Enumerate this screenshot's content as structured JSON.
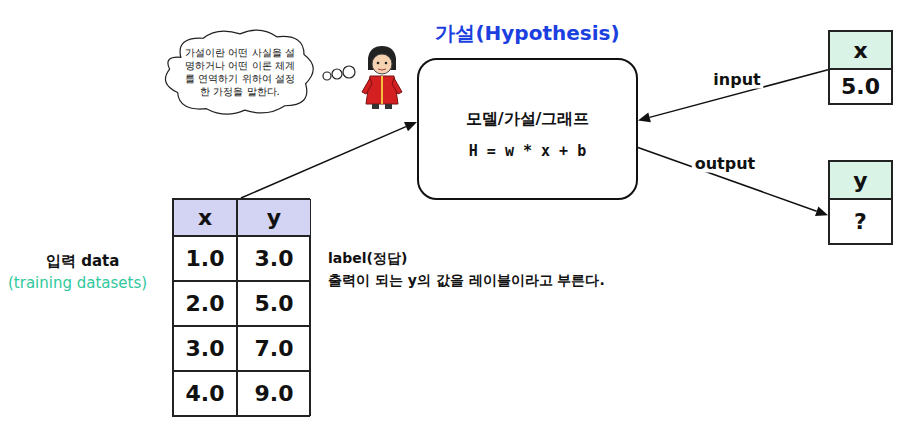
{
  "diagram": {
    "nodes": [
      {
        "text": [
          "가설이란 어떤 사실을 설명하거나 어떤 이론 체계를 연역하기 위하여 설정한 가정을 말한다."
        ]
      },
      {
        "text": [
          "가설(Hypothesis)",
          "모델/가설/그래프",
          "H = w * x + b"
        ]
      },
      {
        "text": [
          "x",
          "5.0"
        ]
      },
      {
        "text": [
          "y",
          "?"
        ]
      },
      {
        "text": [
          "x",
          "y",
          "1.0",
          "3.0",
          "2.0",
          "5.0",
          "3.0",
          "7.0",
          "4.0",
          "9.0"
        ]
      }
    ],
    "edges": [
      {
        "from": 4,
        "to": 1,
        "arrow": "to"
      },
      {
        "from": 2,
        "to": 1,
        "label": "input",
        "arrow": "to"
      },
      {
        "from": 1,
        "to": 3,
        "label": "output",
        "arrow": "to"
      }
    ],
    "labels": [
      "입력 data",
      "(training datasets)",
      "label(정답)",
      "출력이 되는 y의 값을 레이블이라고 부른다."
    ]
  }
}
